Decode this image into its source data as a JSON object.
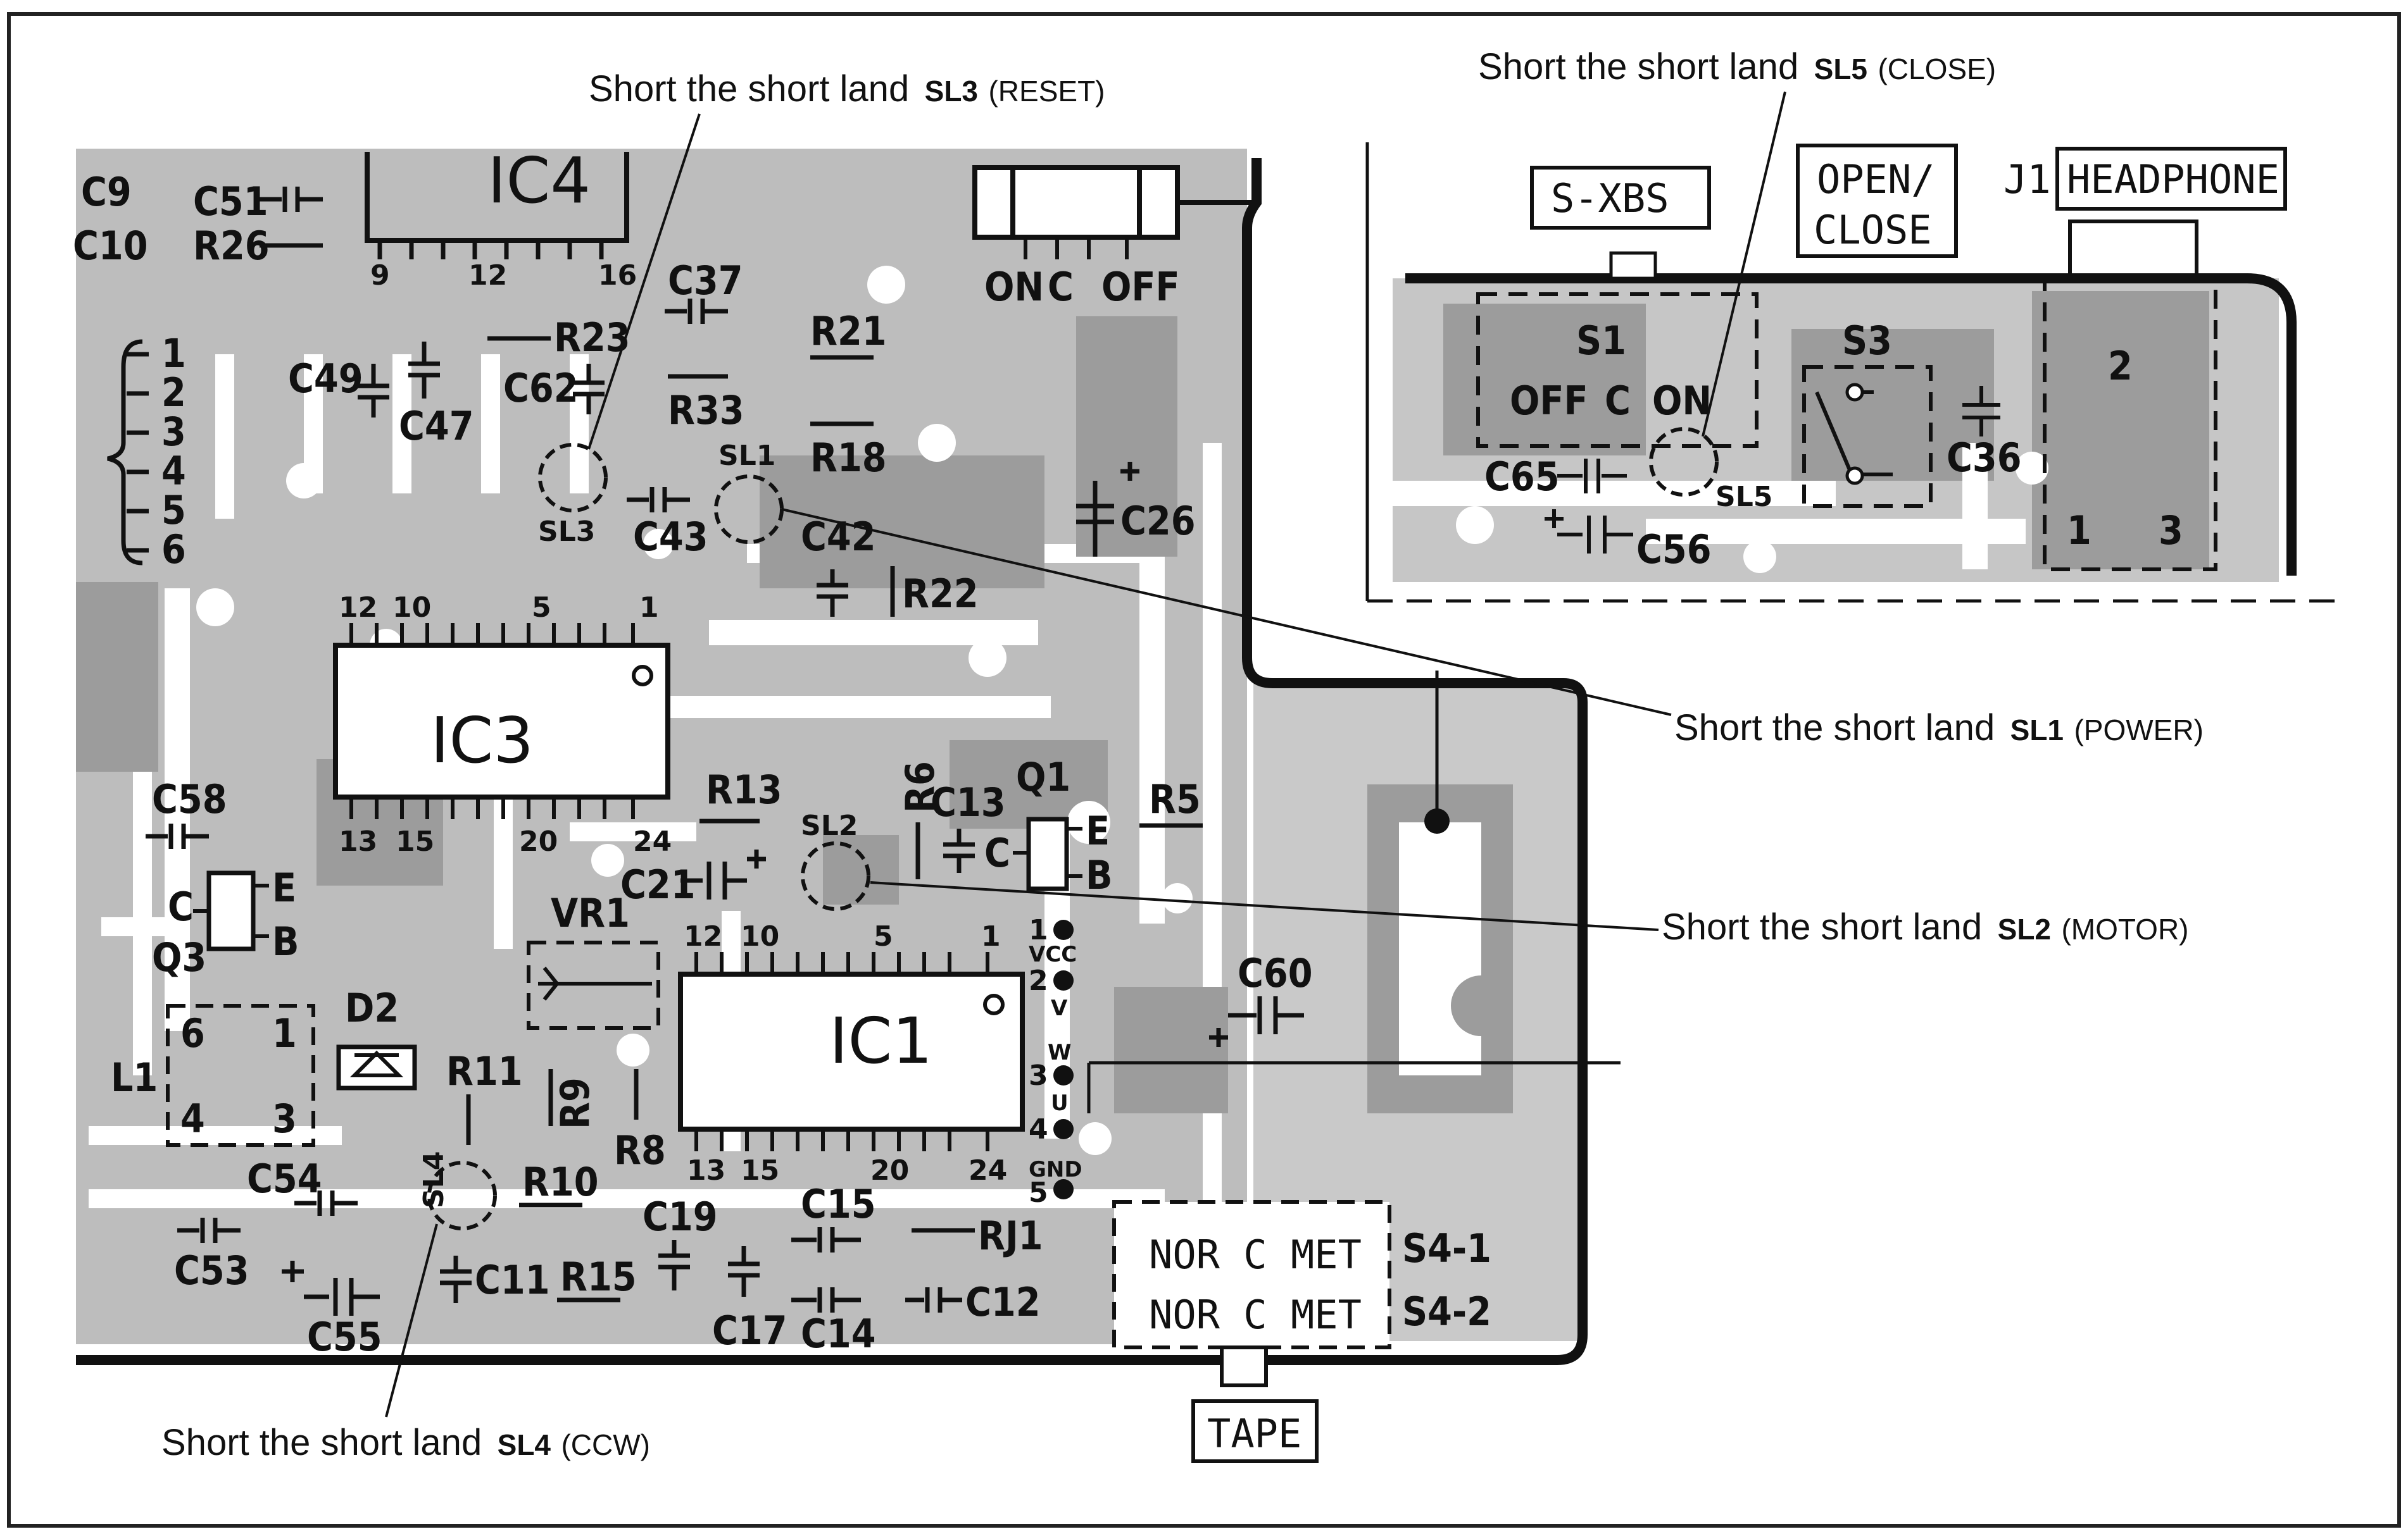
{
  "annotations": {
    "sl3": "Short the short land",
    "sl3_tag": "SL3",
    "sl3_fn": "(RESET)",
    "sl5": "Short the short land",
    "sl5_tag": "SL5",
    "sl5_fn": "(CLOSE)",
    "sl1": "Short the short land",
    "sl1_tag": "SL1",
    "sl1_fn": "(POWER)",
    "sl2": "Short the short land",
    "sl2_tag": "SL2",
    "sl2_fn": "(MOTOR)",
    "sl4": "Short the short land",
    "sl4_tag": "SL4",
    "sl4_fn": "(CCW)"
  },
  "ics": {
    "ic4": "IC4",
    "ic4_pins": [
      "9",
      "12",
      "16"
    ],
    "ic3": "IC3",
    "ic3_top_pins": [
      "12",
      "10",
      "5",
      "1"
    ],
    "ic3_bot_pins": [
      "13",
      "15",
      "20",
      "24"
    ],
    "ic1": "IC1",
    "ic1_top_pins": [
      "12",
      "10",
      "5",
      "1"
    ],
    "ic1_bot_pins": [
      "13",
      "15",
      "20",
      "24"
    ]
  },
  "ic1_outputs": [
    "1",
    "VCC",
    "2",
    "V",
    "W",
    "3",
    "U",
    "4",
    "GND",
    "5"
  ],
  "connector_pins": [
    "1",
    "2",
    "3",
    "4",
    "5",
    "6"
  ],
  "switch_on_c_off": [
    "ON",
    "C",
    "OFF"
  ],
  "components": {
    "c9": "C9",
    "c10": "C10",
    "c51": "C51",
    "r26": "R26",
    "c37": "C37",
    "r23": "R23",
    "r21": "R21",
    "c49": "C49",
    "c47": "C47",
    "c62": "C62",
    "r33": "R33",
    "r18": "R18",
    "c26": "C26",
    "sl3": "SL3",
    "c43": "C43",
    "sl1": "SL1",
    "c42": "C42",
    "r22": "R22",
    "c58": "C58",
    "r13": "R13",
    "r6": "R6",
    "c13": "C13",
    "q1": "Q1",
    "q1_e": "E",
    "q1_c": "C",
    "q1_b": "B",
    "r5": "R5",
    "c21": "C21",
    "sl2": "SL2",
    "q3": "Q3",
    "q3_c": "C",
    "q3_e": "E",
    "q3_b": "B",
    "vr1": "VR1",
    "d2": "D2",
    "l1": "L1",
    "l1_pins": [
      "6",
      "1",
      "4",
      "3"
    ],
    "r11": "R11",
    "r9": "R9",
    "r8": "R8",
    "c60": "C60",
    "c54": "C54",
    "sl4": "SL4",
    "r10": "R10",
    "c53": "C53",
    "c55": "C55",
    "c11": "C11",
    "r15": "R15",
    "c19": "C19",
    "c15": "C15",
    "rj1": "RJ1",
    "c17": "C17",
    "c14": "C14",
    "c12": "C12"
  },
  "s4": {
    "row1": "NOR C MET",
    "row2": "NOR C MET",
    "label1": "S4-1",
    "label2": "S4-2"
  },
  "tape": "TAPE",
  "inset": {
    "sxbs": "S-XBS",
    "open_close": [
      "OPEN/",
      "CLOSE"
    ],
    "j1": "J1",
    "headphone": "HEADPHONE",
    "s1": "S1",
    "s1_positions": [
      "OFF",
      "C",
      "ON"
    ],
    "s3": "S3",
    "c36": "C36",
    "c65": "C65",
    "sl5": "SL5",
    "c56": "C56",
    "jack_pins": [
      "2",
      "1",
      "3"
    ]
  }
}
